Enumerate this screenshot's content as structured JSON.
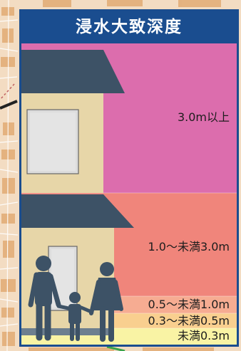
{
  "legend": {
    "title": "浸水大致深度",
    "bands": [
      {
        "label": "3.0m以上",
        "color": "#dc6dad",
        "min_m": 3.0,
        "max_m": null
      },
      {
        "label": "1.0～未満3.0m",
        "color": "#f0857b",
        "min_m": 1.0,
        "max_m": 3.0
      },
      {
        "label": "0.5～未満1.0m",
        "color": "#f6ac92",
        "min_m": 0.5,
        "max_m": 1.0
      },
      {
        "label": "0.3～未満0.5m",
        "color": "#f9cf8f",
        "min_m": 0.3,
        "max_m": 0.5
      },
      {
        "label": "未満0.3m",
        "color": "#f9f3a4",
        "min_m": 0.0,
        "max_m": 0.3
      }
    ]
  },
  "colors": {
    "frame": "#1a4d8f",
    "house_wall": "#e7d6a8",
    "roof": "#3d5266",
    "people": "#3d5266",
    "window": "#dcdcdc",
    "map_base": "#f3dcc2",
    "map_blocks": "#e0a569"
  },
  "icons": [
    "house-icon",
    "family-icon"
  ]
}
